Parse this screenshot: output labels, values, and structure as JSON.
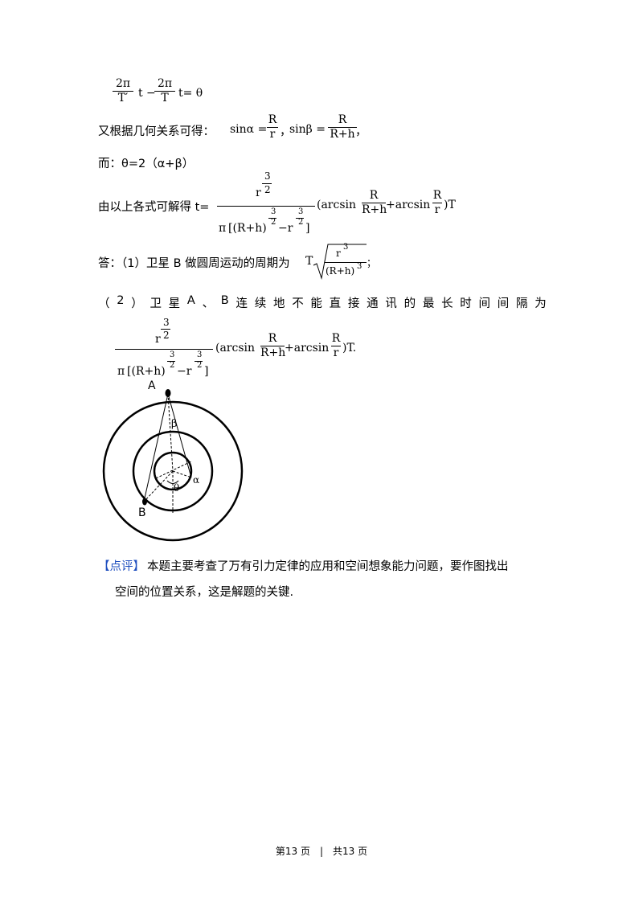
{
  "eq1": {
    "f1_num": "2π",
    "f1_den": "T′",
    "t1": "t",
    "minus": "−",
    "f2_num": "2π",
    "f2_den": "T",
    "tail": "t= θ"
  },
  "line2": {
    "prefix": "又根据几何关系可得：",
    "sin_a": "sinα =",
    "a_num": "R",
    "a_den": "r",
    "comma": "，",
    "sin_b": "sinβ =",
    "b_num": "R",
    "b_den": "R+h",
    "end": "，"
  },
  "line3": {
    "text": "而：θ=2（α+β）"
  },
  "line4": {
    "prefix": "由以上各式可解得 t=",
    "num_base": "r",
    "num_exp_n": "3",
    "num_exp_d": "2",
    "den_pi": "π",
    "den_open": "[(R+h)",
    "den_exp1_n": "3",
    "den_exp1_d": "2",
    "den_mid": "−r",
    "den_exp2_n": "3",
    "den_exp2_d": "2",
    "den_close": "]",
    "paren_open": "(arcsin",
    "f1_num": "R",
    "f1_den": "R+h",
    "plus": "+arcsin",
    "f2_num": "R",
    "f2_den": "r",
    "paren_close": ")T"
  },
  "answer1": {
    "prefix": "答：（1）卫星 B 做圆周运动的周期为",
    "T": "T",
    "rad_num": "r",
    "rad_num_exp": "3",
    "rad_den": "(R+h)",
    "rad_den_exp": "3",
    "end": "；"
  },
  "answer2": {
    "chars": [
      "（",
      "2",
      "）",
      "卫",
      "星",
      "A",
      "、",
      "B",
      "连",
      "续",
      "地",
      "不",
      "能",
      "直",
      "接",
      "通",
      "讯",
      "的",
      "最",
      "长",
      "时",
      "间",
      "间",
      "隔",
      "为"
    ],
    "num_base": "r",
    "num_exp_n": "3",
    "num_exp_d": "2",
    "den_pi": "π",
    "den_open": "[(R+h)",
    "den_exp1_n": "3",
    "den_exp1_d": "2",
    "den_mid": "−r",
    "den_exp2_n": "3",
    "den_exp2_d": "2",
    "den_close": "]",
    "paren_open": "(arcsin",
    "f1_num": "R",
    "f1_den": "R+h",
    "plus": "+arcsin",
    "f2_num": "R",
    "f2_den": "r",
    "paren_close": ")T."
  },
  "figure": {
    "label_A": "A",
    "label_B": "B",
    "label_beta": "β",
    "label_alpha": "α",
    "label_theta": "θ"
  },
  "comment": {
    "tag": "【点评】",
    "line1": "本题主要考查了万有引力定律的应用和空间想象能力问题，要作图找出",
    "line2": "空间的位置关系，这是解题的关键."
  },
  "footer": {
    "text": "第13 页　|　共13 页"
  }
}
